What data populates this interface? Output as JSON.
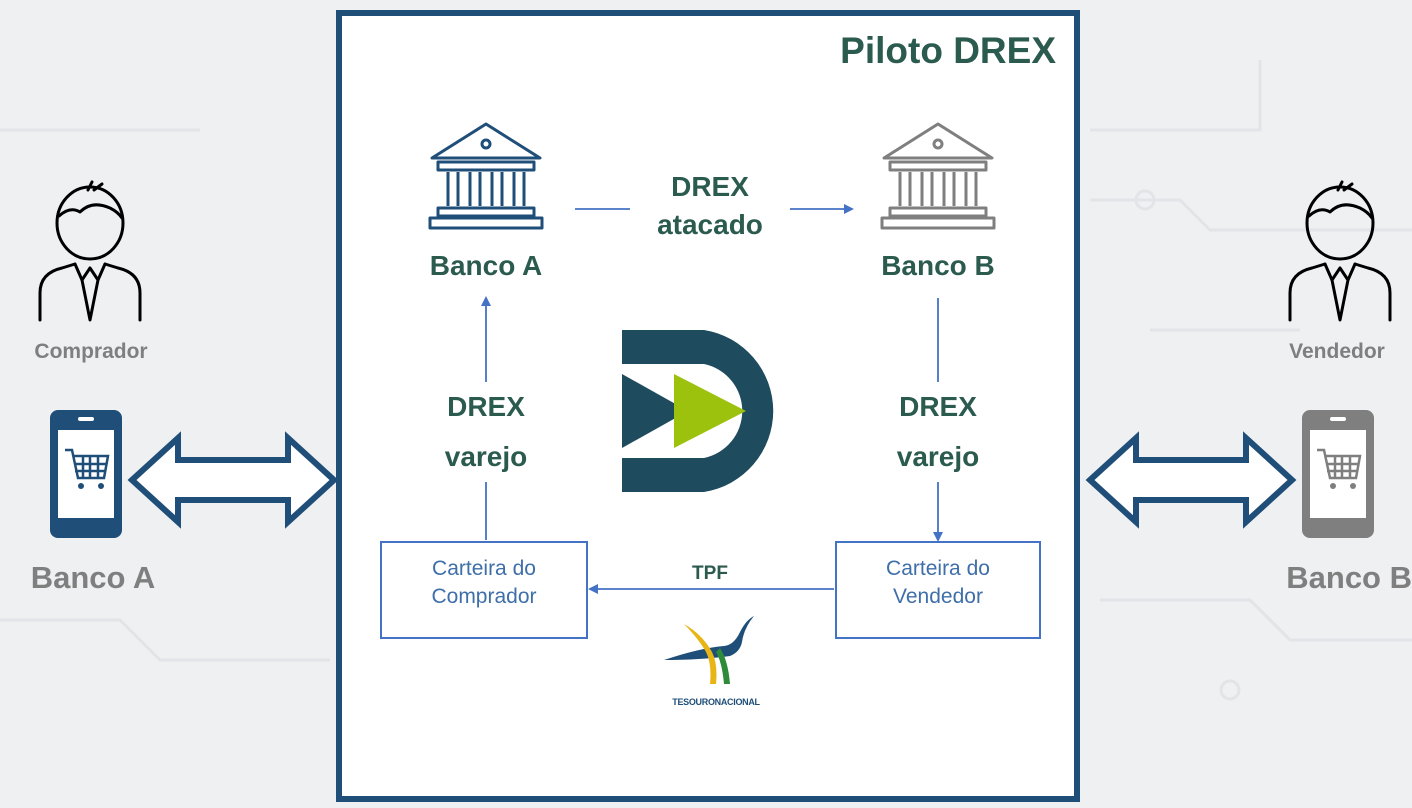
{
  "title": "Piloto DREX",
  "buyer": {
    "role": "Comprador",
    "bank": "Banco A"
  },
  "seller": {
    "role": "Vendedor",
    "bank": "Banco B"
  },
  "bank_a_label": "Banco A",
  "bank_b_label": "Banco B",
  "wholesale": {
    "line1": "DREX",
    "line2": "atacado"
  },
  "retail_left": {
    "line1": "DREX",
    "line2": "varejo"
  },
  "retail_right": {
    "line1": "DREX",
    "line2": "varejo"
  },
  "wallet_buyer": {
    "line1": "Carteira do",
    "line2": "Comprador"
  },
  "wallet_seller": {
    "line1": "Carteira do",
    "line2": "Vendedor"
  },
  "tpf_label": "TPF",
  "tesouro_logo_text": "TESOURONACIONAL",
  "colors": {
    "frame": "#1f4e79",
    "arrow": "#4472c4",
    "label_green": "#2b5a4e",
    "drex_dark": "#1e4b5e",
    "drex_lime": "#9cc20e",
    "gray": "#7f7f7f"
  }
}
